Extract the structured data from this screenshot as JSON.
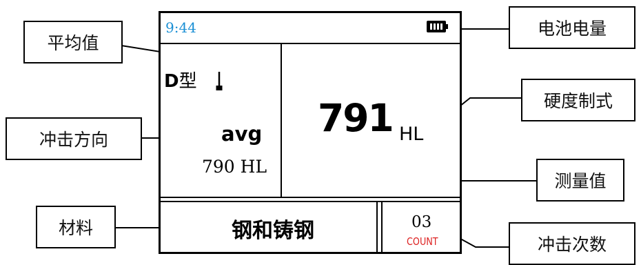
{
  "screen": {
    "time": "9:44",
    "probe_type_letter": "D",
    "probe_type_suffix": "型",
    "avg_label": "avg",
    "avg_value": "790 HL",
    "measured_value": "791",
    "unit": "HL",
    "material": "钢和铸钢",
    "count_value": "03",
    "count_label": "COUNT",
    "count_label_color": "#dd2222",
    "time_color": "#1a8fd4",
    "icons": [
      "battery-icon",
      "impact-direction-arrow-icon"
    ]
  },
  "callouts": {
    "battery": "电池电量",
    "average": "平均值",
    "hardness_scale": "硬度制式",
    "impact_direction": "冲击方向",
    "measured_value": "测量值",
    "material": "材料",
    "impact_count": "冲击次数"
  }
}
